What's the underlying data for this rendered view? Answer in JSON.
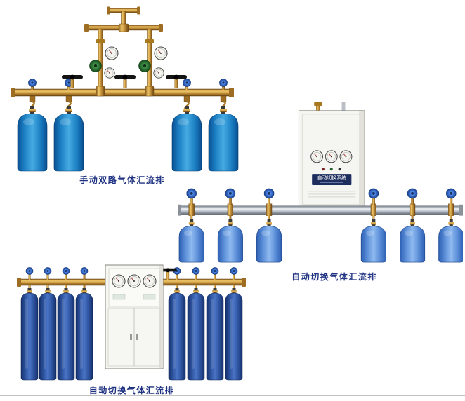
{
  "page": {
    "background": "#ffffff",
    "border_top_color": "#d9d9d9",
    "border_bottom_color": "#c2c2c2"
  },
  "figures": [
    {
      "id": "manual-dual-gas-manifold",
      "caption": "手动双路气体汇流排",
      "cylinders_visible": 4,
      "cylinder_color": "#2f9fdc"
    },
    {
      "id": "auto-switch-gas-manifold-wall-cabinet",
      "caption": "自动切换气体汇流排",
      "cabinet_label": "自动切换系统",
      "cylinders_visible": 6,
      "cylinder_color": "#6f9fe2"
    },
    {
      "id": "auto-switch-gas-manifold-floor-cabinet",
      "caption": "自动切换气体汇流排",
      "cylinders_visible": 8,
      "cylinder_color": "#3a5fae"
    }
  ],
  "palette": {
    "brass_pipe": "#c8943c",
    "steel_manifold": "#b8bfc7",
    "valve_knob_blue": "#3a6fd0",
    "regulator_green": "#2e7a36",
    "cabinet_body": "#f5f5f2",
    "caption_text": "#1f3382"
  }
}
